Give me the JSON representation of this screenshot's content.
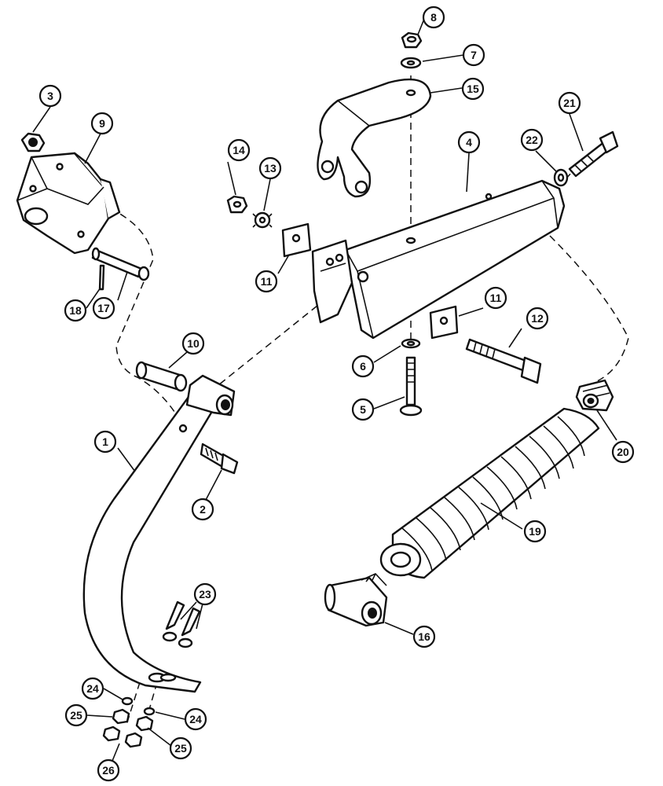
{
  "callouts": [
    {
      "id": "c1",
      "label": "1"
    },
    {
      "id": "c2",
      "label": "2"
    },
    {
      "id": "c3",
      "label": "3"
    },
    {
      "id": "c4",
      "label": "4"
    },
    {
      "id": "c5",
      "label": "5"
    },
    {
      "id": "c6",
      "label": "6"
    },
    {
      "id": "c7",
      "label": "7"
    },
    {
      "id": "c8",
      "label": "8"
    },
    {
      "id": "c9",
      "label": "9"
    },
    {
      "id": "c10",
      "label": "10"
    },
    {
      "id": "c11a",
      "label": "11"
    },
    {
      "id": "c11b",
      "label": "11"
    },
    {
      "id": "c12",
      "label": "12"
    },
    {
      "id": "c13",
      "label": "13"
    },
    {
      "id": "c14",
      "label": "14"
    },
    {
      "id": "c15",
      "label": "15"
    },
    {
      "id": "c16",
      "label": "16"
    },
    {
      "id": "c17",
      "label": "17"
    },
    {
      "id": "c18",
      "label": "18"
    },
    {
      "id": "c19",
      "label": "19"
    },
    {
      "id": "c20",
      "label": "20"
    },
    {
      "id": "c21",
      "label": "21"
    },
    {
      "id": "c22",
      "label": "22"
    },
    {
      "id": "c23",
      "label": "23"
    },
    {
      "id": "c24a",
      "label": "24"
    },
    {
      "id": "c24b",
      "label": "24"
    },
    {
      "id": "c25a",
      "label": "25"
    },
    {
      "id": "c25b",
      "label": "25"
    },
    {
      "id": "c26",
      "label": "26"
    }
  ]
}
